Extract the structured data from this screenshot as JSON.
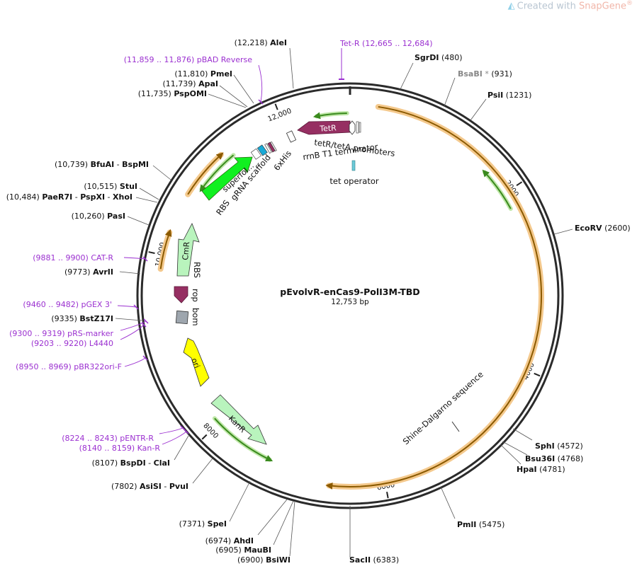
{
  "watermark": {
    "prefix": "Created with",
    "brand": "SnapGene",
    "reg": "®"
  },
  "plasmid": {
    "name": "pEvolvR-enCas9-PolI3M-TBD",
    "size": "12,753 bp"
  },
  "ticks": [
    "2000",
    "4000",
    "6000",
    "8000",
    "10,000",
    "12,000"
  ],
  "colors": {
    "backbone": "#333333",
    "primer": "#9b30d0",
    "orf_band": "#f4c98d",
    "orf_line": "#8b5a00",
    "green_arrow": "#3a8a1e",
    "tetR": "#962f62",
    "cmR": "#b9f4bd",
    "kanR": "#b9f4bd",
    "rop": "#962f62",
    "bom": "#9ea6ae",
    "ori": "#ffff00",
    "superfolder": "#10f020",
    "operator": "#6ccad8",
    "promoter": "#ffffff"
  },
  "sites": [
    {
      "name": "AleI",
      "pos": "(12,218)"
    },
    {
      "name": "PmeI",
      "pos": "(11,810)"
    },
    {
      "name": "ApaI",
      "pos": "(11,739)"
    },
    {
      "name": "PspOMI",
      "pos": "(11,735)"
    },
    {
      "name": "BfuAI",
      "sep": "-",
      "name2": "BspMI",
      "pos": "(10,739)"
    },
    {
      "name": "StuI",
      "pos": "(10,515)"
    },
    {
      "name": "PaeR7I",
      "sep": "-",
      "name2": "PspXI",
      "sep2": "-",
      "name3": "XhoI",
      "pos": "(10,484)"
    },
    {
      "name": "PasI",
      "pos": "(10,260)"
    },
    {
      "name": "AvrII",
      "pos": "(9773)"
    },
    {
      "name": "BstZ17I",
      "pos": "(9335)"
    },
    {
      "name": "BspDI",
      "sep": "-",
      "name2": "ClaI",
      "pos": "(8107)"
    },
    {
      "name": "AsiSI",
      "sep": "-",
      "name2": "PvuI",
      "pos": "(7802)"
    },
    {
      "name": "SpeI",
      "pos": "(7371)"
    },
    {
      "name": "AhdI",
      "pos": "(6974)"
    },
    {
      "name": "MauBI",
      "pos": "(6905)"
    },
    {
      "name": "BsiWI",
      "pos": "(6900)"
    },
    {
      "name": "SacII",
      "pos": "(6383)"
    },
    {
      "name": "PmlI",
      "pos": "(5475)"
    },
    {
      "name": "HpaI",
      "pos": "(4781)"
    },
    {
      "name": "Bsu36I",
      "pos": "(4768)"
    },
    {
      "name": "SphI",
      "pos": "(4572)"
    },
    {
      "name": "EcoRV",
      "pos": "(2600)"
    },
    {
      "name": "PsiI",
      "pos": "(1231)"
    },
    {
      "name": "BsaBI",
      "star": "*",
      "pos": "(931)"
    },
    {
      "name": "SgrDI",
      "pos": "(480)"
    }
  ],
  "primers": [
    {
      "name": "pBAD Reverse",
      "range": "(11,859 .. 11,876)"
    },
    {
      "name": "Tet-R",
      "range": "(12,665 .. 12,684)"
    },
    {
      "name": "CAT-R",
      "range": "(9881 .. 9900)"
    },
    {
      "name": "pGEX 3'",
      "range": "(9460 .. 9482)"
    },
    {
      "name": "pRS-marker",
      "range": "(9300 .. 9319)"
    },
    {
      "name": "L4440",
      "range": "(9203 .. 9220)"
    },
    {
      "name": "pBR322ori-F",
      "range": "(8950 .. 8969)"
    },
    {
      "name": "pENTR-R",
      "range": "(8224 .. 8243)"
    },
    {
      "name": "Kan-R",
      "range": "(8140 .. 8159)"
    }
  ],
  "features": {
    "tetR": "TetR",
    "tet_promoters": "tetR/tetA promoters",
    "rrnb": "rrnB T1 terminator",
    "his": "6xHis",
    "grna": "gRNA scaffold",
    "rbs1": "RBS",
    "superfolder": "superfol...",
    "tet_operator": "tet operator",
    "cmR": "CmR",
    "rbs2": "RBS",
    "rop": "rop",
    "bom": "bom",
    "ori": "ori",
    "kanR": "KanR",
    "shine": "Shine-Dalgarno sequence"
  }
}
